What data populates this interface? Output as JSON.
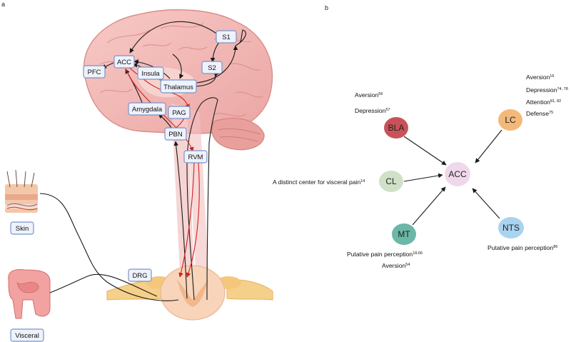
{
  "panels": {
    "a": "a",
    "b": "b"
  },
  "panel_a": {
    "regions": {
      "s1": "S1",
      "s2": "S2",
      "acc": "ACC",
      "pfc": "PFC",
      "insula": "Insula",
      "thalamus": "Thalamus",
      "amygdala": "Amygdala",
      "pag": "PAG",
      "pbn": "PBN",
      "rvm": "RVM",
      "drg": "DRG",
      "skin": "Skin",
      "visceral": "Visceral"
    }
  },
  "panel_b": {
    "center": {
      "label": "ACC",
      "color": "#efd8ea"
    },
    "nodes": {
      "bla": {
        "label": "BLA",
        "color": "#c9525a"
      },
      "lc": {
        "label": "LC",
        "color": "#f2b978"
      },
      "cl": {
        "label": "CL",
        "color": "#cfe2c8"
      },
      "mt": {
        "label": "MT",
        "color": "#6bb7a8"
      },
      "nts": {
        "label": "NTS",
        "color": "#a9d3ee"
      }
    },
    "annotations": {
      "bla": [
        {
          "text": "Aversion",
          "ref": "56"
        },
        {
          "text": "Depression",
          "ref": "57"
        }
      ],
      "lc": [
        {
          "text": "Aversion",
          "ref": "16"
        },
        {
          "text": "Depression",
          "ref": "74, 78"
        },
        {
          "text": "Attention",
          "ref": "81, 82"
        },
        {
          "text": "Defense",
          "ref": "75"
        }
      ],
      "cl": [
        {
          "text": "A distinct center for visceral pain",
          "ref": "14"
        }
      ],
      "mt": [
        {
          "text": "Putative pain perception",
          "ref": "18,66"
        },
        {
          "text": "Aversion",
          "ref": "54"
        }
      ],
      "nts": [
        {
          "text": "Putative pain perception",
          "ref": "86"
        }
      ]
    }
  }
}
